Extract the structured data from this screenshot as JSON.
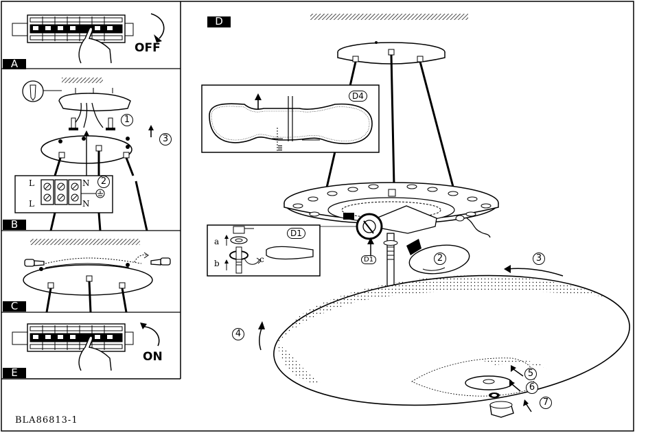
{
  "panels": {
    "a": {
      "label": "A",
      "action_text": "OFF"
    },
    "b": {
      "label": "B",
      "terminal_labels": [
        "L",
        "N",
        "L",
        "N"
      ],
      "step_numbers": [
        "1",
        "2",
        "3"
      ]
    },
    "c": {
      "label": "C"
    },
    "d": {
      "label": "D",
      "detail_d4": "D4",
      "detail_d1": "D1",
      "detail_d1_callout": "D1",
      "substeps": [
        "a",
        "b",
        "c"
      ],
      "step_numbers": [
        "2",
        "3",
        "4",
        "5",
        "6",
        "7"
      ]
    },
    "e": {
      "label": "E",
      "action_text": "ON"
    }
  },
  "document_code": "BLA86813-1"
}
